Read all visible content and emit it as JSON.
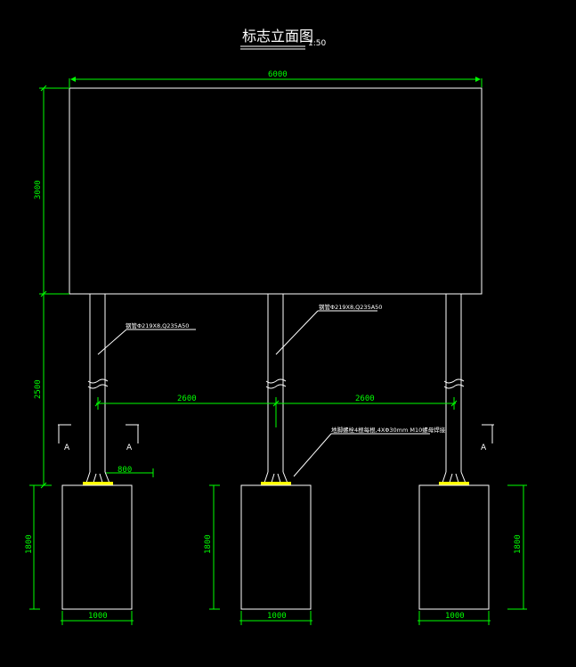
{
  "title": "标志立面图",
  "scale": "1:50",
  "dims": {
    "panel_width": "6000",
    "panel_height": "3000",
    "post_height": "2500",
    "post_spacing_left": "2600",
    "post_spacing_right": "2600",
    "baseplate_width": "800",
    "footing_height_1": "1800",
    "footing_height_2": "1800",
    "footing_height_3": "1800",
    "footing_width_1": "1000",
    "footing_width_2": "1000",
    "footing_width_3": "1000"
  },
  "section_marks": {
    "left_a": "A",
    "left_b": "A",
    "right": "A"
  },
  "annotations": {
    "post_left": "钢管Φ219X8,Q235A50",
    "post_middle": "钢管Φ219X8,Q235A50",
    "anchor": "地脚螺栓4根每根,4XΦ30mm M10螺母焊接"
  },
  "colors": {
    "background": "#000000",
    "outline": "#ffffff",
    "dimension": "#00ff00",
    "baseplate": "#ffff00"
  }
}
